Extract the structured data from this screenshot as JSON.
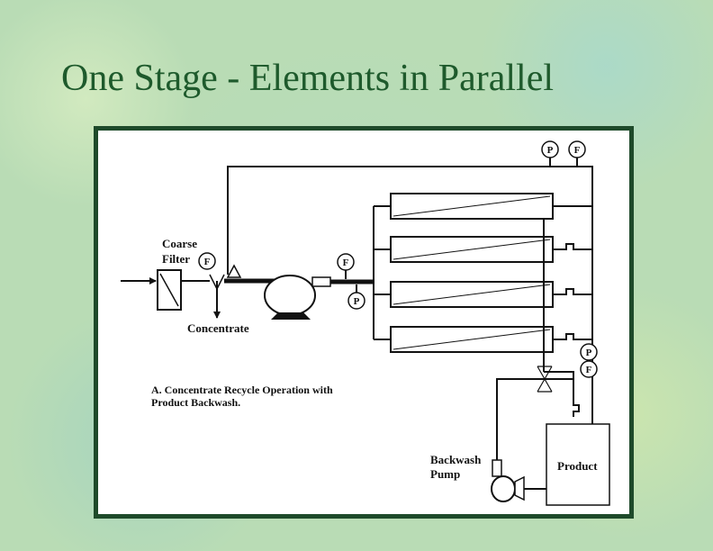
{
  "slide": {
    "title": "One Stage - Elements in Parallel"
  },
  "diagram": {
    "labels": {
      "coarse": "Coarse",
      "filter": "Filter",
      "concentrate": "Concentrate",
      "caption_line1": "A.  Concentrate Recycle Operation with",
      "caption_line2": "Product Backwash.",
      "backwash": "Backwash",
      "pump": "Pump",
      "product": "Product"
    },
    "gauges": {
      "filter_flow": "F",
      "feed_flow": "F",
      "feed_pressure": "P",
      "top_pressure": "P",
      "top_flow": "F",
      "perm_pressure": "P",
      "perm_flow": "F"
    }
  }
}
